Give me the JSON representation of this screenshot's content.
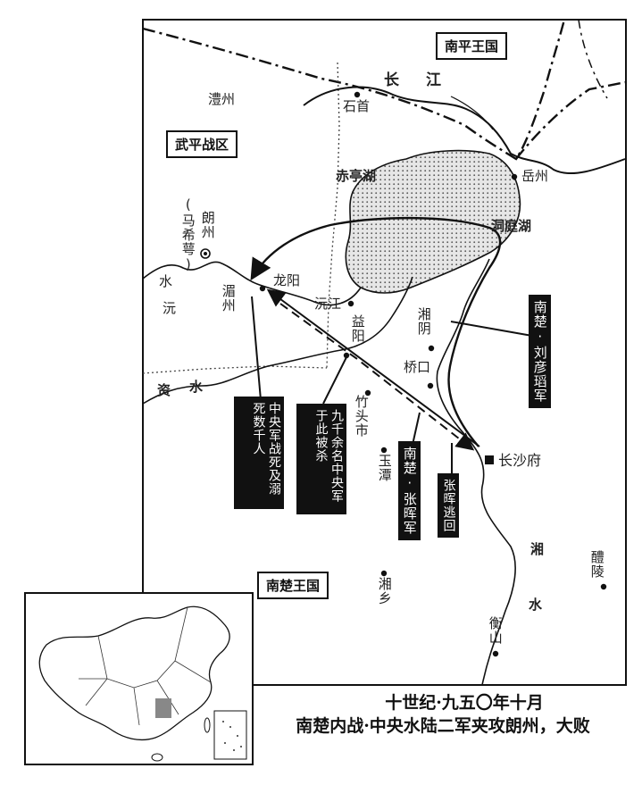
{
  "regions": {
    "nanping": "南平王国",
    "wuping": "武平战区",
    "nanchu": "南楚王国"
  },
  "places": {
    "lizhou": "澧州",
    "shishou": "石首",
    "yuezhou": "岳州",
    "langzhou": "朗州",
    "ma_xiqing": "(马希萼)",
    "meizhou": "湄州",
    "longyang": "龙阳",
    "yuanjiang": "沅江",
    "yiyang": "益阳",
    "xiangyin": "湘阴",
    "qiaokou": "桥口",
    "zhutoushi": "竹头市",
    "yutan": "玉潭",
    "changshafu": "长沙府",
    "xiangxiang": "湘乡",
    "liling": "醴陵",
    "hengshan": "衡山"
  },
  "waters": {
    "changjiang": "长江",
    "chitinghu": "赤亭湖",
    "dongtinghu": "洞庭湖",
    "yuanshui_1": "沅",
    "yuanshui_2": "水",
    "zishui_1": "资",
    "zishui_2": "水",
    "xiangshui_1": "湘",
    "xiangshui_2": "水"
  },
  "annotations": {
    "liu_army": "南楚·刘彦瑫军",
    "zhang_army": "南楚·张晖军",
    "zhang_escape": "张晖逃回",
    "drowned": "中央军战死及溺死数千人",
    "killed": "九千余名中央军于此被杀"
  },
  "caption": {
    "line1": "十世纪·九五〇年十月",
    "line2": "南楚内战·中央水陆二军夹攻朗州，大败"
  },
  "colors": {
    "ink": "#111111",
    "lake_fill": "#d9d9d9",
    "label_bg": "#111111"
  }
}
